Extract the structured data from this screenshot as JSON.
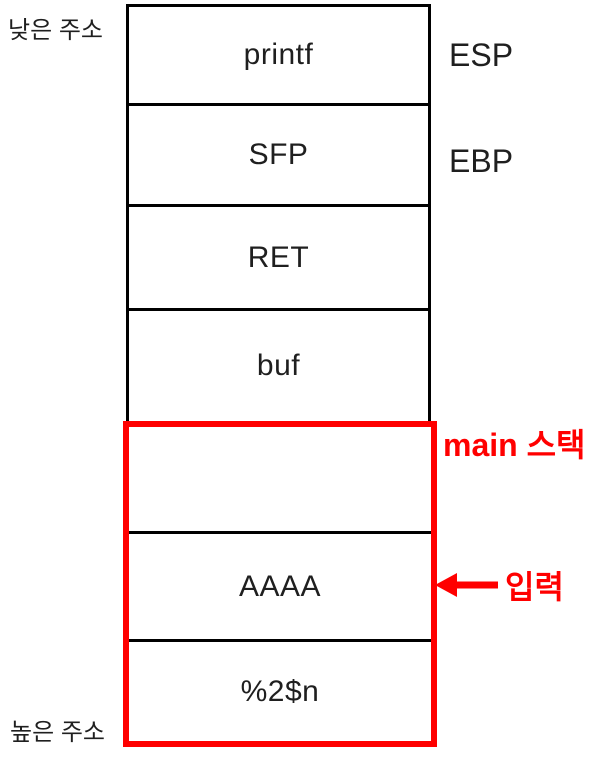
{
  "labels": {
    "low_address": "낮은 주소",
    "high_address": "높은 주소",
    "esp": "ESP",
    "ebp": "EBP",
    "main_stack": "main 스택",
    "input": "입력"
  },
  "stack": {
    "upper_cells": [
      "printf",
      "SFP",
      "RET",
      "buf"
    ],
    "main_cells": [
      "",
      "AAAA",
      "%2$n"
    ]
  },
  "input_arrow": {
    "icon": "arrow-left",
    "color": "#FF0000"
  },
  "colors": {
    "highlight_red": "#FF0000",
    "line_black": "#000000",
    "text": "#1F1F1F",
    "background": "#FFFFFF"
  }
}
